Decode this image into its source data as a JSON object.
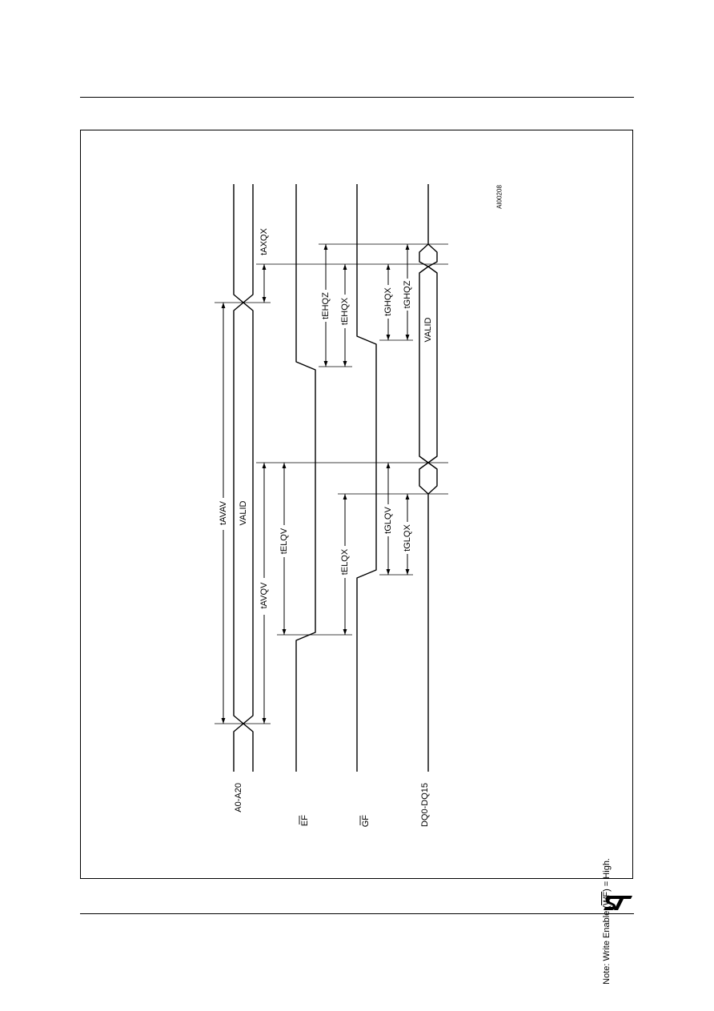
{
  "signals": {
    "address": "A0-A20",
    "ef": "EF",
    "gf": "GF",
    "data": "DQ0-DQ15"
  },
  "bus_labels": {
    "address_valid": "VALID",
    "data_valid": "VALID"
  },
  "timing": {
    "tAVAV": "tAVAV",
    "tAVQV": "tAVQV",
    "tELQV": "tELQV",
    "tELQX": "tELQX",
    "tGLQV": "tGLQV",
    "tGLQX": "tGLQX",
    "tAXQX": "tAXQX",
    "tEHQZ": "tEHQZ",
    "tEHQX": "tEHQX",
    "tGHQX": "tGHQX",
    "tGHQZ": "tGHQZ"
  },
  "figure_code": "AI00208",
  "note": {
    "prefix": "Note: Write Enable (",
    "signal": "WF",
    "suffix": ") = High."
  },
  "logo": "ST"
}
